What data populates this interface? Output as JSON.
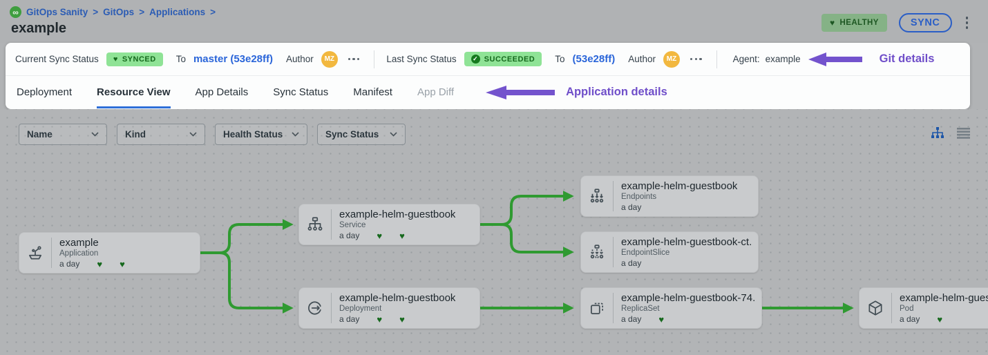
{
  "colors": {
    "link_blue": "#2b5cb4",
    "accent_blue": "#2e6fd8",
    "badge_green_bg": "#8fe396",
    "badge_green_text": "#15691d",
    "health_badge_bg": "#85b286",
    "avatar_yellow": "#f2b83f",
    "annotation_purple": "#7353cd",
    "connector_green": "#2f9a31"
  },
  "icons": {
    "heart": "♥",
    "infinity": "∞",
    "check": "✓"
  },
  "header": {
    "breadcrumb": {
      "separator": ">",
      "items": [
        "GitOps Sanity",
        "GitOps",
        "Applications"
      ]
    },
    "title": "example",
    "health_badge": "HEALTHY",
    "sync_button": "SYNC"
  },
  "status_bar": {
    "current": {
      "label": "Current Sync Status",
      "badge": "SYNCED",
      "to": "To",
      "revision": "master (53e28ff)",
      "author": "Author",
      "avatar": "MZ"
    },
    "last": {
      "label": "Last Sync Status",
      "badge": "SUCCEEDED",
      "to": "To",
      "revision": "(53e28ff)",
      "author": "Author",
      "avatar": "MZ"
    },
    "agent": {
      "label": "Agent:",
      "value": "example"
    },
    "annotation": "Git details"
  },
  "tabs": {
    "items": [
      {
        "label": "Deployment"
      },
      {
        "label": "Resource View"
      },
      {
        "label": "App Details"
      },
      {
        "label": "Sync Status"
      },
      {
        "label": "Manifest"
      },
      {
        "label": "App Diff"
      }
    ],
    "active": "Resource View",
    "annotation": "Application details"
  },
  "filters": {
    "name": "Name",
    "kind": "Kind",
    "health": "Health Status",
    "sync": "Sync Status"
  },
  "tree": {
    "nodes": [
      {
        "title": "example",
        "kind": "Application",
        "age": "a day",
        "hearts": 2
      },
      {
        "title": "example-helm-guestbook",
        "kind": "Service",
        "age": "a day",
        "hearts": 2
      },
      {
        "title": "example-helm-guestbook",
        "kind": "Endpoints",
        "age": "a day",
        "hearts": 0
      },
      {
        "title": "example-helm-guestbook-ct...",
        "kind": "EndpointSlice",
        "age": "a day",
        "hearts": 0
      },
      {
        "title": "example-helm-guestbook",
        "kind": "Deployment",
        "age": "a day",
        "hearts": 2
      },
      {
        "title": "example-helm-guestbook-74...",
        "kind": "ReplicaSet",
        "age": "a day",
        "hearts": 1
      },
      {
        "title": "example-helm-guest",
        "kind": "Pod",
        "age": "a day",
        "hearts": 1
      }
    ]
  }
}
